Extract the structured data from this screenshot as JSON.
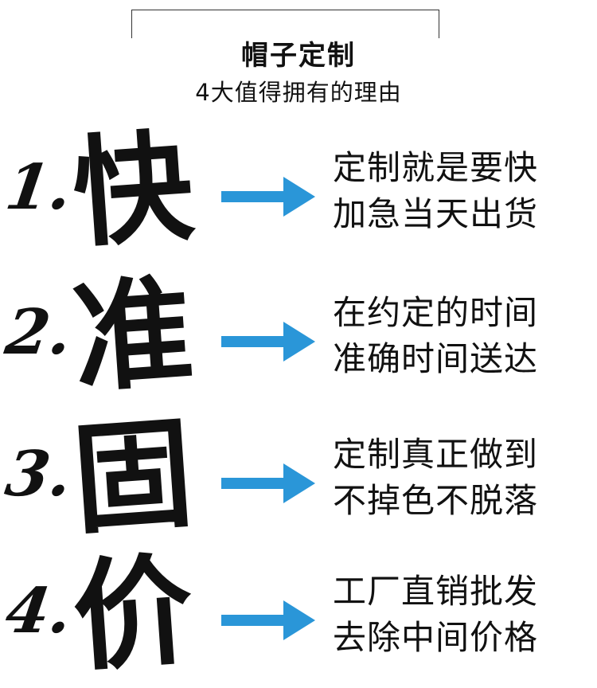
{
  "header": {
    "title": "帽子定制",
    "subtitle": "4大值得拥有的理由"
  },
  "reasons": [
    {
      "number": "1.",
      "char": "快",
      "line1": "定制就是要快",
      "line2": "加急当天出货"
    },
    {
      "number": "2.",
      "char": "准",
      "line1": "在约定的时间",
      "line2": "准确时间送达"
    },
    {
      "number": "3.",
      "char": "固",
      "line1": "定制真正做到",
      "line2": "不掉色不脱落"
    },
    {
      "number": "4.",
      "char": "价",
      "line1": "工厂直销批发",
      "line2": "去除中间价格"
    }
  ],
  "colors": {
    "arrow": "#2a96d8",
    "text": "#111111"
  }
}
